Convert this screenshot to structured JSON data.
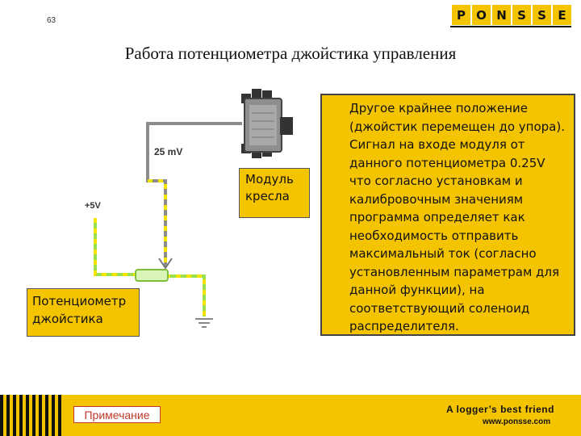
{
  "slide": {
    "number": "63",
    "title": "Работа потенциометра джойстика управления"
  },
  "logo": {
    "letters": [
      "P",
      "O",
      "N",
      "S",
      "S",
      "E"
    ],
    "color": "#f5c400"
  },
  "diagram": {
    "signal_voltage": "25 mV",
    "supply_voltage": "+5V",
    "module_label": "Модуль\nкресла",
    "pot_label": "Потенциометр\nджойстика",
    "wire_colors": {
      "signal": "#8c8c8c",
      "supply": "#9adf4f",
      "dash": "#f4e400"
    }
  },
  "info": {
    "p1": "Другое крайнее положение (джойстик перемещен до упора).",
    "p2": "Сигнал на входе модуля от данного потенциометра 0.25V что согласно установкам и калибровочным значениям программа определяет как необходимость отправить максимальный ток (согласно установленным параметрам для данной функции), на соответствующий соленоид распределителя."
  },
  "footer": {
    "note_button": "Примечание",
    "tagline": "A logger’s best friend",
    "website": "www.ponsse.com"
  }
}
